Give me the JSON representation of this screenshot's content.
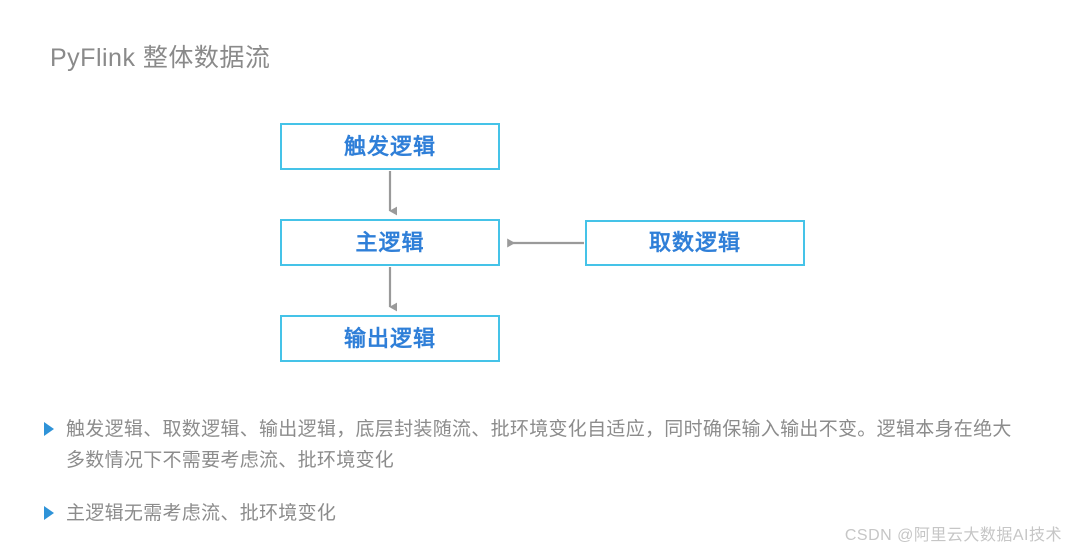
{
  "slide": {
    "title": "PyFlink 整体数据流",
    "background_color": "#ffffff",
    "title_color": "#8a8a8a"
  },
  "diagram": {
    "box_border_color": "#45c3e8",
    "box_text_color": "#2f7fd8",
    "arrow_color": "#9a9a9a",
    "boxes": [
      {
        "id": "trigger",
        "label": "触发逻辑"
      },
      {
        "id": "main",
        "label": "主逻辑"
      },
      {
        "id": "output",
        "label": "输出逻辑"
      },
      {
        "id": "fetch",
        "label": "取数逻辑"
      }
    ],
    "arrows": [
      {
        "from": "trigger",
        "to": "main",
        "direction": "down"
      },
      {
        "from": "main",
        "to": "output",
        "direction": "down"
      },
      {
        "from": "fetch",
        "to": "main",
        "direction": "left"
      }
    ]
  },
  "bullets": {
    "marker_color": "#2f93d8",
    "text_color": "#8c8c8c",
    "items": [
      "触发逻辑、取数逻辑、输出逻辑，底层封装随流、批环境变化自适应，同时确保输入输出不变。逻辑本身在绝大多数情况下不需要考虑流、批环境变化",
      "主逻辑无需考虑流、批环境变化"
    ]
  },
  "watermark": {
    "text": "CSDN @阿里云大数据AI技术",
    "color": "#c6c6c6"
  }
}
